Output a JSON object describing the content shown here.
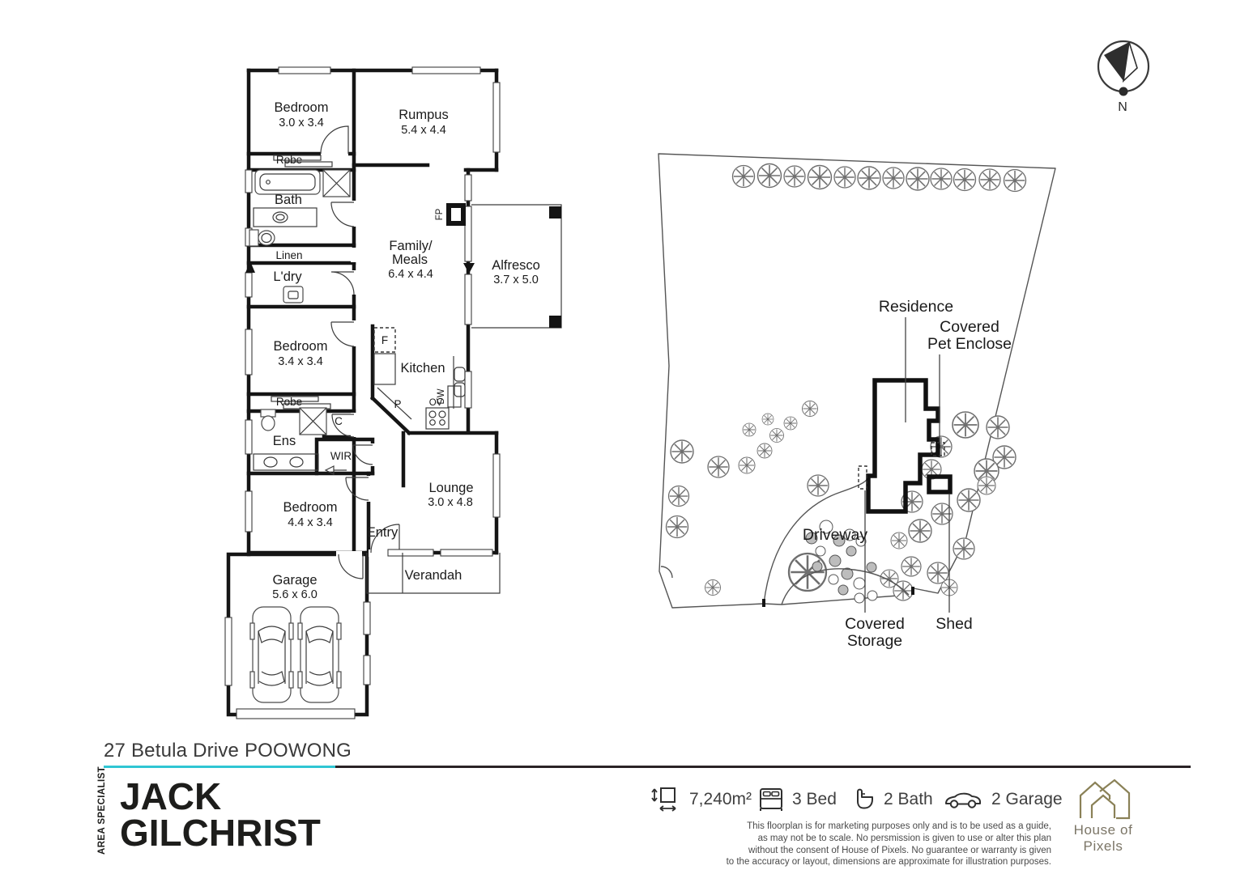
{
  "compass": {
    "north_label": "N"
  },
  "floorplan": {
    "bedroom1": {
      "name": "Bedroom",
      "dims": "3.0 x 3.4"
    },
    "rumpus": {
      "name": "Rumpus",
      "dims": "5.4 x 4.4"
    },
    "robe1": "Robe",
    "bath": "Bath",
    "linen": "Linen",
    "ldry": "L'dry",
    "family": {
      "line1": "Family/",
      "line2": "Meals",
      "dims": "6.4 x 4.4"
    },
    "alfresco": {
      "name": "Alfresco",
      "dims": "3.7 x 5.0"
    },
    "fp": "FP",
    "bedroom2": {
      "name": "Bedroom",
      "dims": "3.4 x 3.4"
    },
    "robe2": "Robe",
    "closet": "C",
    "ens": "Ens",
    "wir": "WIR",
    "kitchen": "Kitchen",
    "fridge": "F",
    "pantry": "P",
    "oven": "OV",
    "dishwasher": "DW",
    "lounge": {
      "name": "Lounge",
      "dims": "3.0 x 4.8"
    },
    "bedroom3": {
      "name": "Bedroom",
      "dims": "4.4 x 3.4"
    },
    "entry": "Entry",
    "verandah": "Verandah",
    "garage": {
      "name": "Garage",
      "dims": "5.6 x 6.0"
    }
  },
  "siteplan": {
    "residence": "Residence",
    "pet_enclose": {
      "line1": "Covered",
      "line2": "Pet Enclose"
    },
    "driveway": "Driveway",
    "storage": {
      "line1": "Covered",
      "line2": "Storage"
    },
    "shed": "Shed"
  },
  "footer": {
    "address": "27 Betula Drive POOWONG",
    "brand_vertical": "AREA SPECIALIST",
    "agent_line1": "JACK",
    "agent_line2": "GILCHRIST",
    "stats": [
      {
        "icon": "area-icon",
        "label": "7,240m²"
      },
      {
        "icon": "bed-icon",
        "label": "3 Bed"
      },
      {
        "icon": "bath-icon",
        "label": "2 Bath"
      },
      {
        "icon": "garage-icon",
        "label": "2 Garage"
      }
    ],
    "disclaimer_lines": [
      "This floorplan is for marketing purposes only and is to be used as a guide,",
      "as may not be to scale.  No persmission is given to use or alter this plan",
      "without the consent of House of Pixels. No guarantee or warranty is given",
      "to the accuracy or layout, dimensions are approximate for illustration purposes."
    ],
    "logo_text": "House of Pixels"
  },
  "colors": {
    "accent_cyan": "#2fc6d3",
    "rule_dark": "#2a2326",
    "logo_olive": "#8a8157"
  }
}
